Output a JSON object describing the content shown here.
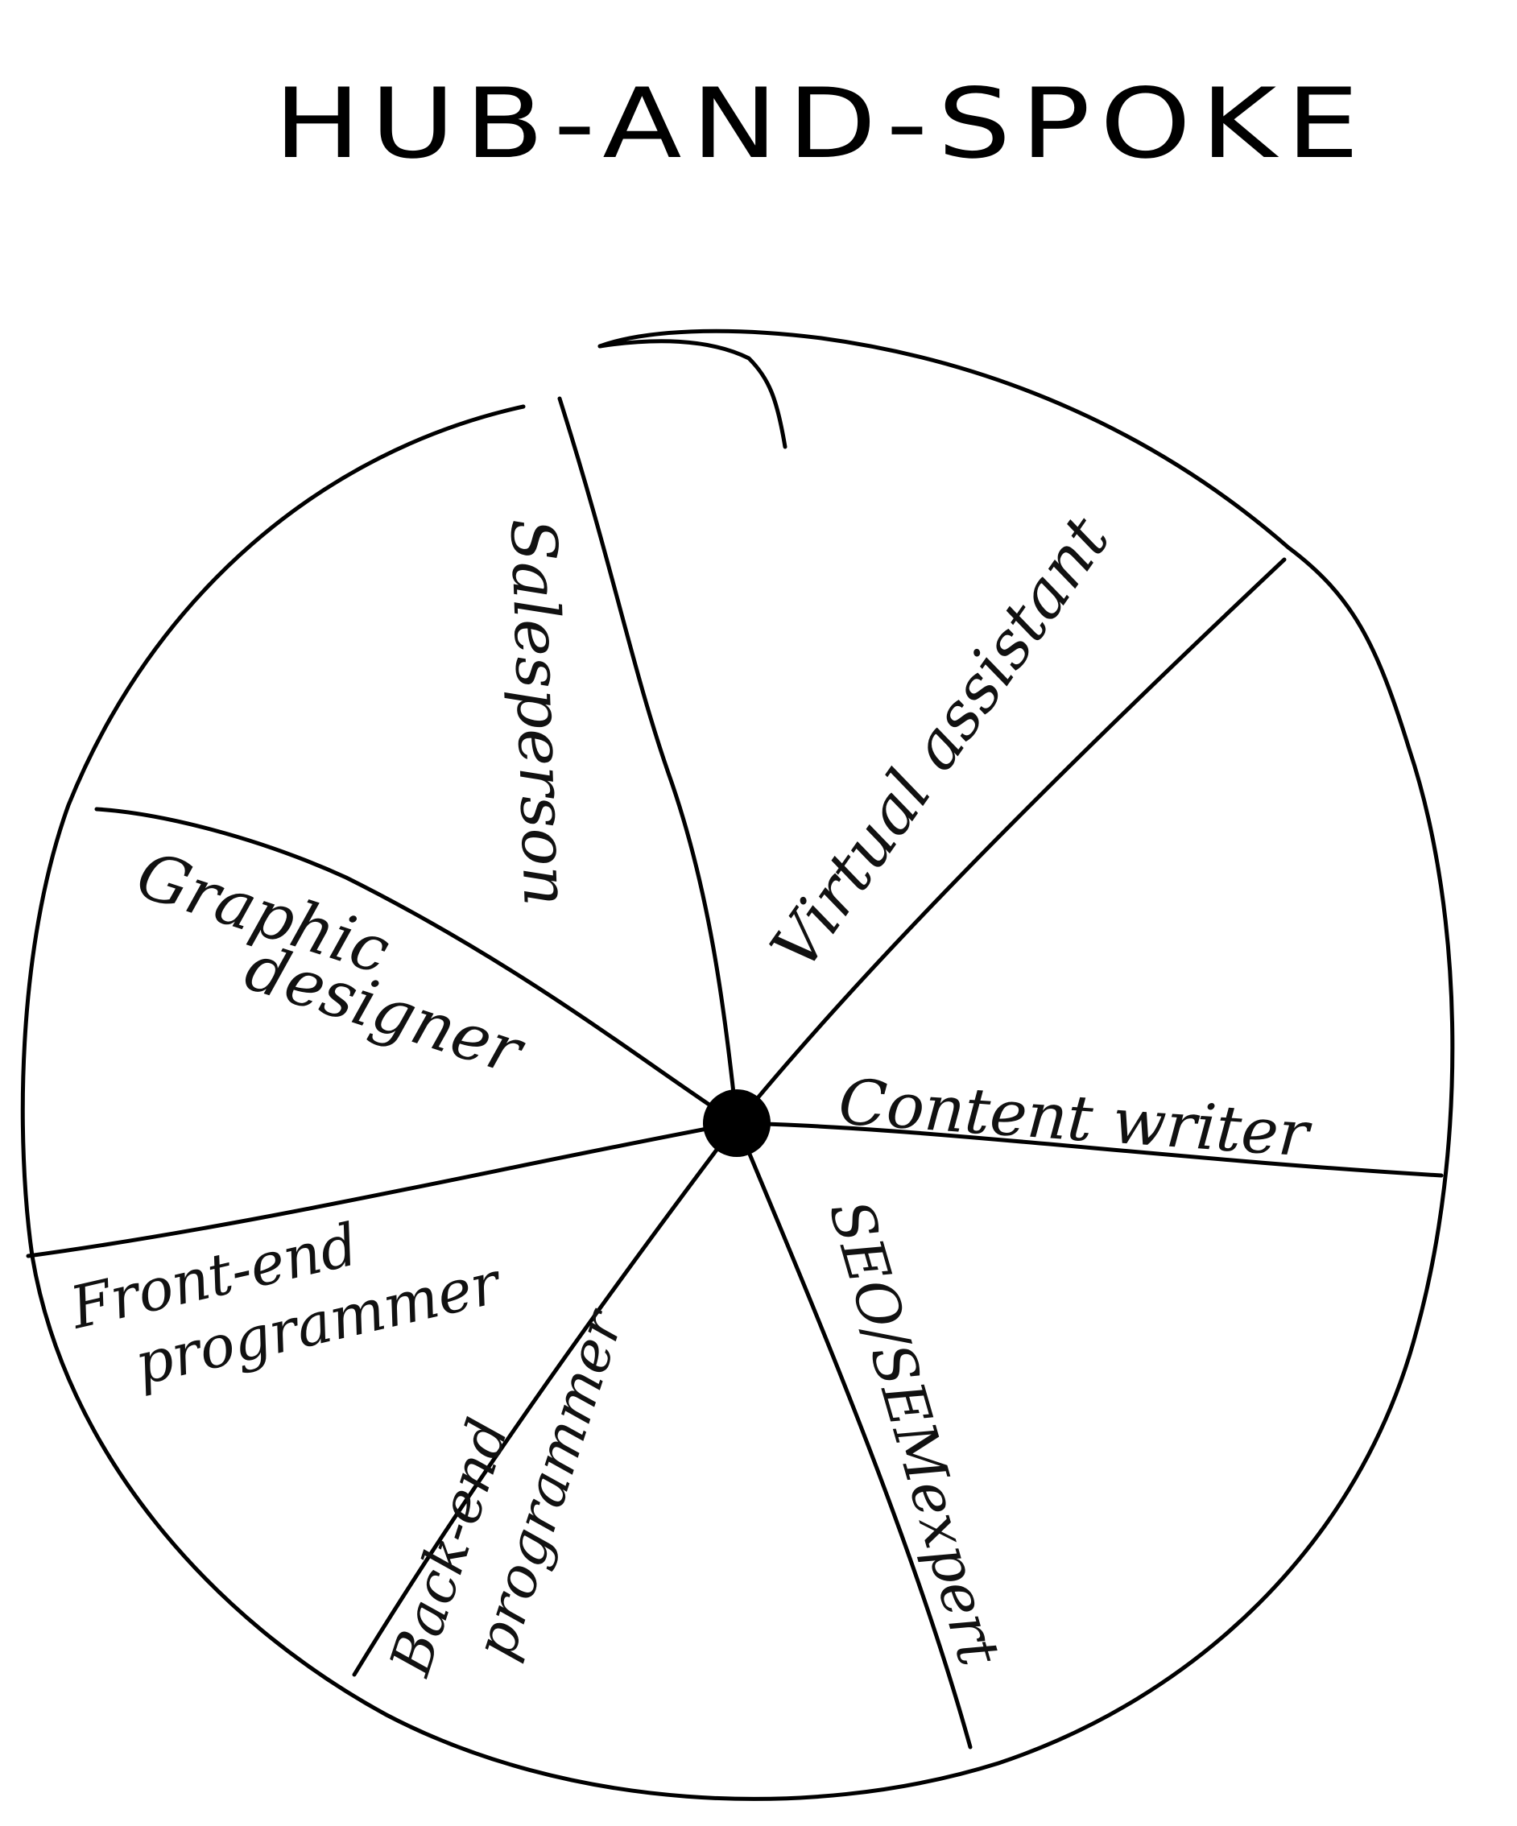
{
  "title": "HUB-AND-SPOKE",
  "colors": {
    "ink": "#000000",
    "background": "#ffffff"
  },
  "hub": {
    "label": ""
  },
  "spokes": [
    {
      "id": "salesperson",
      "label": "Salesperson"
    },
    {
      "id": "virtual-assistant",
      "label": "Virtual assistant"
    },
    {
      "id": "content-writer",
      "label": "Content writer"
    },
    {
      "id": "seo-sem-expert",
      "label": "SEO/SEMexpert"
    },
    {
      "id": "back-end-programmer",
      "label_line1": "Back-end",
      "label_line2": "programmer"
    },
    {
      "id": "front-end-programmer",
      "label_line1": "Front-end",
      "label_line2": "programmer"
    },
    {
      "id": "graphic-designer",
      "label_line1": "Graphic",
      "label_line2": "designer"
    }
  ]
}
